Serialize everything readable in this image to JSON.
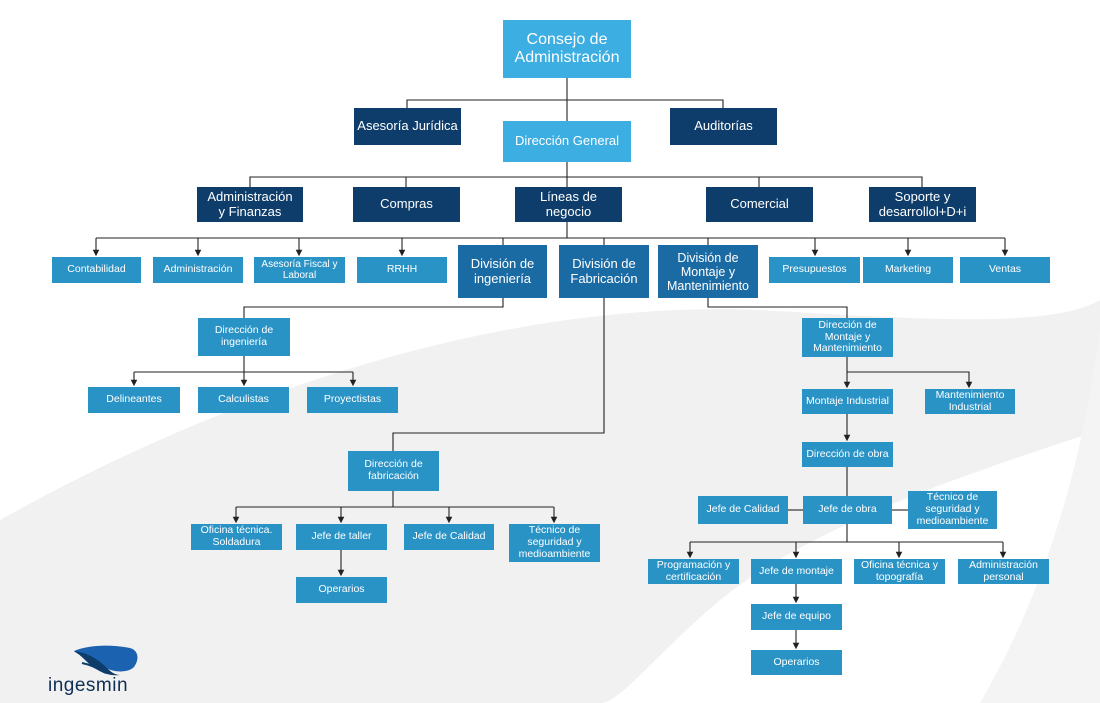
{
  "logo": {
    "text": "ingesmin"
  },
  "nodes": {
    "consejo": "Consejo de\nAdministración",
    "juridica": "Asesoría Jurídica",
    "auditorias": "Auditorías",
    "direccion_general": "Dirección General",
    "admin_finanzas": "Administración\ny Finanzas",
    "compras": "Compras",
    "lineas_negocio": "Líneas de\nnegocio",
    "comercial": "Comercial",
    "soporte": "Soporte y\ndesarrollol+D+i",
    "contabilidad": "Contabilidad",
    "administracion": "Administración",
    "asesoria_fiscal": "Asesoría Fiscal y\nLaboral",
    "rrhh": "RRHH",
    "div_ingenieria": "División de\ningeniería",
    "div_fabricacion": "División de\nFabricación",
    "div_montaje": "División de\nMontaje y\nMantenimiento",
    "presupuestos": "Presupuestos",
    "marketing": "Marketing",
    "ventas": "Ventas",
    "dir_ingenieria": "Dirección de\ningeniería",
    "delineantes": "Delineantes",
    "calculistas": "Calculistas",
    "proyectistas": "Proyectistas",
    "dir_fabricacion": "Dirección de\nfabricación",
    "oficina_soldadura": "Oficina técnica.\nSoldadura",
    "jefe_taller": "Jefe de taller",
    "jefe_calidad_fab": "Jefe de Calidad",
    "tecnico_seg_fab": "Técnico de\nseguridad y\nmedioambiente",
    "operarios_fab": "Operarios",
    "dir_montaje": "Dirección de\nMontaje y\nMantenimiento",
    "montaje_industrial": "Montaje Industrial",
    "mantenimiento_industrial": "Mantenimiento\nIndustrial",
    "dir_obra": "Dirección de obra",
    "jefe_calidad_obra": "Jefe de Calidad",
    "jefe_obra": "Jefe de obra",
    "tecnico_seg_obra": "Técnico de\nseguridad y\nmedioambiente",
    "programacion": "Programación y\ncertificación",
    "jefe_montaje": "Jefe de montaje",
    "oficina_topografia": "Oficina técnica y\ntopografía",
    "admin_personal": "Administración\npersonal",
    "jefe_equipo": "Jefe de equipo",
    "operarios_obra": "Operarios"
  },
  "colors": {
    "top": "#3daee2",
    "navy": "#0e3d6b",
    "division": "#1a6aa4",
    "unit": "#2a93c6",
    "line": "#222222",
    "watermark": "#f0f0f0"
  }
}
